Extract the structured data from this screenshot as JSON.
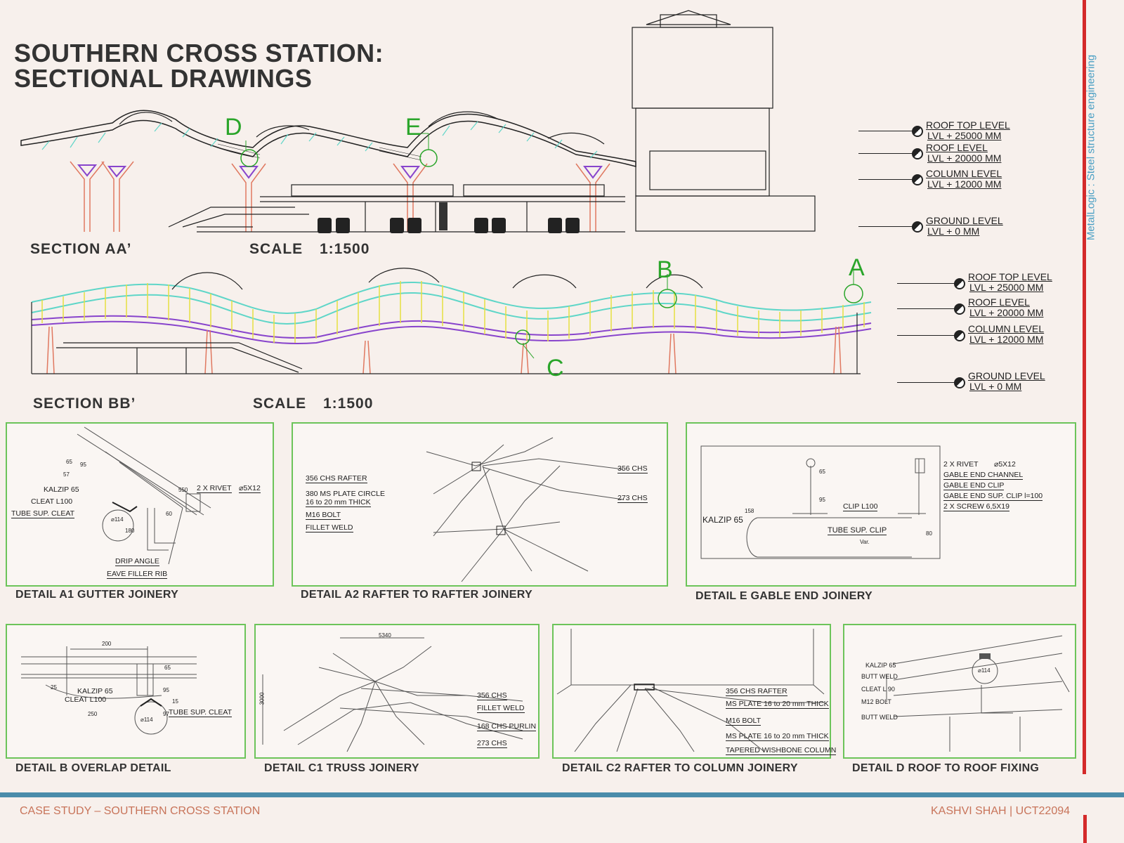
{
  "title": {
    "line1": "SOUTHERN CROSS STATION:",
    "line2": "SECTIONAL DRAWINGS"
  },
  "side_text": "MetalLogic : Steel structure engineering",
  "section_aa": {
    "label": "SECTION AA’",
    "scale_label": "SCALE",
    "scale_value": "1:1500",
    "markers": [
      "D",
      "E"
    ],
    "levels": [
      {
        "name": "ROOF TOP LEVEL",
        "value": "LVL  + 25000 MM"
      },
      {
        "name": "ROOF LEVEL",
        "value": "LVL  + 20000 MM"
      },
      {
        "name": "COLUMN LEVEL",
        "value": "LVL  + 12000 MM"
      },
      {
        "name": "GROUND LEVEL",
        "value": "LVL  + 0 MM"
      }
    ]
  },
  "section_bb": {
    "label": "SECTION BB’",
    "scale_label": "SCALE",
    "scale_value": "1:1500",
    "markers": [
      "B",
      "A",
      "C"
    ],
    "levels": [
      {
        "name": "ROOF TOP LEVEL",
        "value": "LVL  + 25000 MM"
      },
      {
        "name": "ROOF LEVEL",
        "value": "LVL  + 20000 MM"
      },
      {
        "name": "COLUMN LEVEL",
        "value": "LVL  + 12000 MM"
      },
      {
        "name": "GROUND LEVEL",
        "value": "LVL  + 0 MM"
      }
    ]
  },
  "details": {
    "a1": {
      "label": "DETAIL A1 GUTTER JOINERY",
      "notes": [
        "KALZIP 65",
        "CLEAT L100",
        "TUBE SUP. CLEAT",
        "2 X RIVET",
        "⌀5X12",
        "DRIP ANGLE",
        "EAVE FILLER RIB",
        "⌀114",
        "180",
        "65",
        "95",
        "57",
        "550",
        "60"
      ]
    },
    "a2": {
      "label": "DETAIL A2 RAFTER TO RAFTER JOINERY",
      "notes": [
        "356 CHS RAFTER",
        "380 MS PLATE CIRCLE",
        "16 to 20 mm THICK",
        "M16 BOLT",
        "FILLET WELD",
        "356 CHS",
        "273 CHS"
      ]
    },
    "e": {
      "label": "DETAIL E GABLE END JOINERY",
      "notes": [
        "2 X RIVET",
        "⌀5X12",
        "GABLE END CHANNEL",
        "GABLE END CLIP",
        "GABLE END SUP. CLIP l=100",
        "2 X SCREW 6,5X19",
        "CLIP L100",
        "KALZIP 65",
        "TUBE SUP. CLIP",
        "Var.",
        "80",
        "158",
        "65",
        "95"
      ]
    },
    "b": {
      "label": "DETAIL B OVERLAP DETAIL",
      "notes": [
        "200",
        "65",
        "25",
        "KALZIP 65",
        "CLEAT L100",
        "95",
        "15",
        "TUBE SUP. CLEAT",
        "⌀114",
        "250",
        "97"
      ]
    },
    "c1": {
      "label": "DETAIL C1 TRUSS JOINERY",
      "notes": [
        "5340",
        "3000",
        "356 CHS",
        "FILLET WELD",
        "168 CHS PURLIN",
        "273 CHS"
      ]
    },
    "c2": {
      "label": "DETAIL C2 RAFTER TO COLUMN JOINERY",
      "notes": [
        "356 CHS RAFTER",
        "MS PLATE 16 to 20 mm THICK",
        "M16 BOLT",
        "MS PLATE 16 to 20 mm THICK",
        "TAPERED WISHBONE COLUMN"
      ]
    },
    "d": {
      "label": "DETAIL D ROOF TO ROOF FIXING",
      "notes": [
        "KALZIP 65",
        "BUTT WELD",
        "CLEAT L 90",
        "M12 BOLT",
        "BUTT WELD",
        "⌀114"
      ]
    }
  },
  "footer": {
    "left": "CASE STUDY – SOUTHERN CROSS STATION",
    "right": "KASHVI SHAH | UCT22094"
  },
  "colors": {
    "background": "#f7f0ec",
    "accent_red": "#d42a2a",
    "accent_blue": "#4a8caa",
    "marker_green": "#2aa52a",
    "box_border": "#6cc45a",
    "footer_text": "#c8745a"
  }
}
